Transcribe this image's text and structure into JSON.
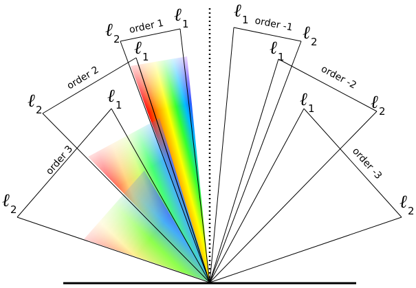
{
  "diagram": {
    "ell_symbol": "ℓ",
    "sub_1": "1",
    "sub_2": "2",
    "orders": {
      "o1": "order 1",
      "o2": "order 2",
      "o3": "order 3",
      "om1": "order -1",
      "om2": "order -2",
      "om3": "order -3"
    },
    "colors": {
      "line": "#000000",
      "spectrum": [
        "#ff0000",
        "#ff7f00",
        "#ffff00",
        "#00ff00",
        "#00ffff",
        "#0000ff",
        "#8b00ff"
      ]
    }
  }
}
